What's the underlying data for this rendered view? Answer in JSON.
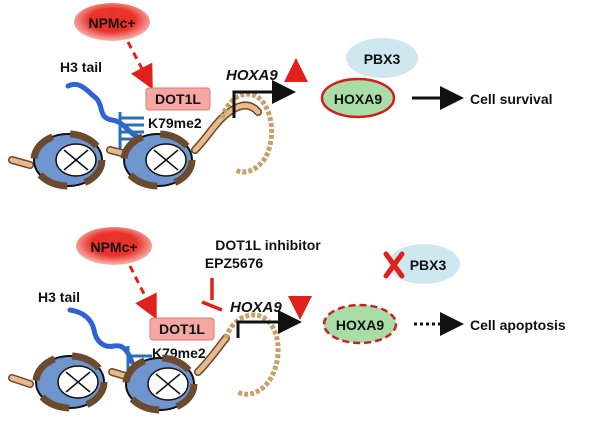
{
  "colors": {
    "npm_fill": "#e8322a",
    "npm_glow": "#f7b9b3",
    "dot1l_fill": "#f4a7a3",
    "dot1l_edge": "#e07a72",
    "pbx3_fill": "#cfe8ef",
    "hoxa9_fill": "#a9dca6",
    "hoxa9_edge": "#cf1f1f",
    "h3_tail": "#2f62d6",
    "methyl_mark": "#2a6fb8",
    "nucleosome_fill": "#6f95cf",
    "dna_fill": "#e8b98a",
    "dna_edge": "#6b4a2e",
    "arrow_red": "#e0201b",
    "inhibit_red": "#e0201b",
    "black": "#111111"
  },
  "panel_top": {
    "npm_label": "NPMc+",
    "h3_label": "H3 tail",
    "dot1l_label": "DOT1L",
    "mark_label": "K79me2",
    "gene_label": "HOXA9",
    "gene_change": "up",
    "pbx3_label": "PBX3",
    "hoxa9_label": "HOXA9",
    "outcome_label": "Cell survival"
  },
  "panel_bottom": {
    "npm_label": "NPMc+",
    "h3_label": "H3 tail",
    "inhibitor_line1": "DOT1L inhibitor",
    "inhibitor_line2": "EPZ5676",
    "dot1l_label": "DOT1L",
    "mark_label": "K79me2",
    "gene_label": "HOXA9",
    "gene_change": "down",
    "pbx3_label": "PBX3",
    "pbx3_status": "blocked",
    "hoxa9_label": "HOXA9",
    "outcome_label": "Cell apoptosis"
  }
}
